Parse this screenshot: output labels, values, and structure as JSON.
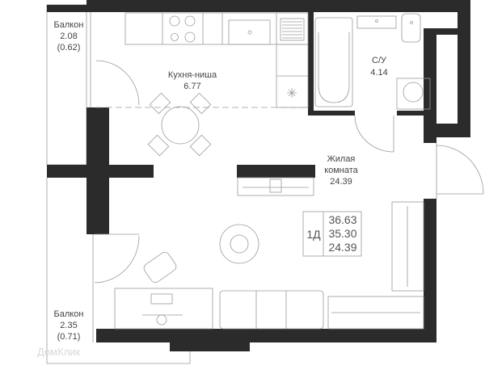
{
  "rooms": {
    "kitchen": {
      "name": "Кухня-ниша",
      "area": "6.77"
    },
    "bathroom": {
      "name": "С/У",
      "area": "4.14"
    },
    "living": {
      "name_line1": "Жилая",
      "name_line2": "комната",
      "area": "24.39"
    },
    "balcony_top": {
      "name": "Балкон",
      "area": "2.08",
      "reduced_area": "(0.62)"
    },
    "balcony_bottom": {
      "name": "Балкон",
      "area": "2.35",
      "reduced_area": "(0.71)"
    }
  },
  "summary": {
    "type": "1Д",
    "total_area": "36.63",
    "area_without_balcony": "35.30",
    "living_area": "24.39"
  },
  "watermark": "ДомКлик",
  "colors": {
    "wall": "#2b2b2b",
    "furniture": "#9a9a9a",
    "text": "#444444"
  }
}
